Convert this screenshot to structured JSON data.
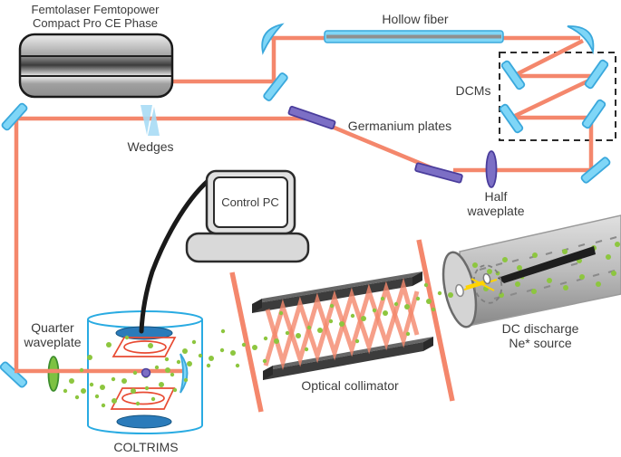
{
  "labels": {
    "laser": "Femtolaser Femtopower\nCompact Pro CE Phase",
    "hollow_fiber": "Hollow fiber",
    "dcms": "DCMs",
    "germanium_plates": "Germanium plates",
    "wedges": "Wedges",
    "half_waveplate": "Half\nwaveplate",
    "control_pc": "Control PC",
    "quarter_waveplate": "Quarter\nwaveplate",
    "coltrims": "COLTRIMS",
    "optical_collimator": "Optical collimator",
    "dc_source": "DC discharge\nNe* source"
  },
  "colors": {
    "beam": "#F4876C",
    "optic_fill": "#7FD6F7",
    "optic_stroke": "#3AA8DC",
    "wedge": "#A8DCF5",
    "purple_fill": "#7C6FC5",
    "purple_stroke": "#4A3D9C",
    "green_fill": "#7DC242",
    "green_stroke": "#3E8E2E",
    "dot_green": "#8DC63F",
    "cyan": "#29ABE2",
    "steel_blue": "#2B7BBA",
    "electrode_red": "#E84B33",
    "yellow": "#FFD400",
    "text": "#3B3B3B"
  }
}
